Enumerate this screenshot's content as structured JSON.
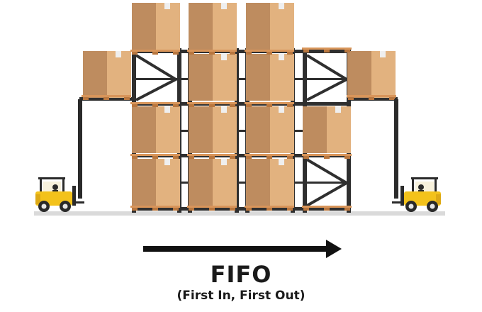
{
  "diagram": {
    "title": "FIFO",
    "subtitle": "(First In, First Out)",
    "arrow_direction": "right",
    "icons": [
      "forklift-icon",
      "cardboard-box-icon",
      "wooden-pallet-icon",
      "pallet-rack-icon",
      "arrow-right-icon"
    ]
  },
  "colors": {
    "box_front": "#E2B27F",
    "box_side": "#BE8C5F",
    "box_tape": "#EFEFEF",
    "pallet": "#D8955A",
    "rack": "#2F2F2F",
    "floor": "#DADADA",
    "forklift_body": "#F3C21B",
    "forklift_dark": "#2A2A2A",
    "arrow": "#111111"
  }
}
